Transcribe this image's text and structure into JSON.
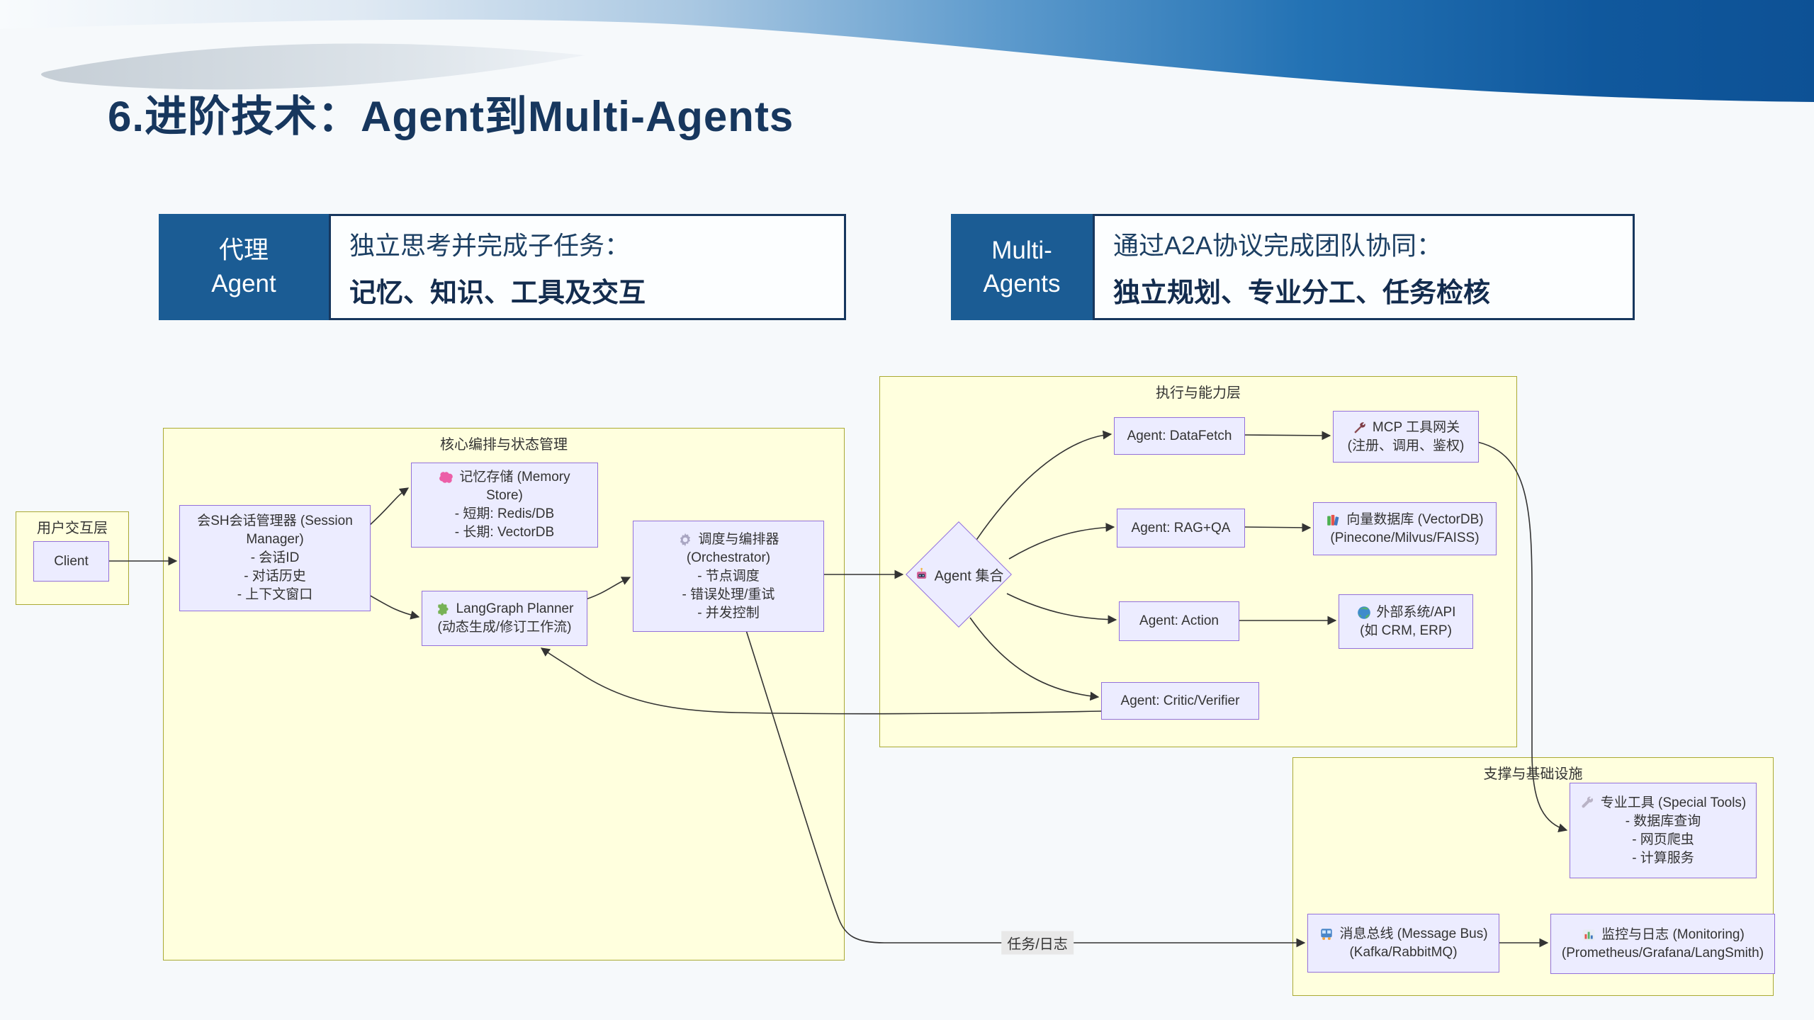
{
  "slide": {
    "title": "6.进阶技术：Agent到Multi-Agents"
  },
  "legend": [
    {
      "tab_line1": "代理",
      "tab_line2": "Agent",
      "desc_line1": "独立思考并完成子任务：",
      "desc_line2": "记忆、知识、工具及交互"
    },
    {
      "tab_line1": "Multi-",
      "tab_line2": "Agents",
      "desc_line1": "通过A2A协议完成团队协同：",
      "desc_line2": "独立规划、专业分工、任务检核"
    }
  ],
  "colors": {
    "title_navy": "#17375e",
    "legend_tab_blue": "#1b5c94",
    "header_deep_blue": "#0d5195",
    "container_fill": "#ffffde",
    "container_border": "#aaaa33",
    "node_fill": "#ececff",
    "node_border": "#9370db",
    "edge_stroke": "#333333",
    "edge_label_bg": "#e8e8e8"
  },
  "diagram": {
    "containers": [
      {
        "id": "user",
        "label": "用户交互层"
      },
      {
        "id": "core",
        "label": "核心编排与状态管理"
      },
      {
        "id": "exec",
        "label": "执行与能力层"
      },
      {
        "id": "infra",
        "label": "支撑与基础设施"
      }
    ],
    "nodes": [
      {
        "id": "client",
        "shape": "rect",
        "icon": null,
        "lines": [
          "Client"
        ]
      },
      {
        "id": "session",
        "shape": "rect",
        "icon": null,
        "lines": [
          "会SH会话管理器 (Session",
          "Manager)",
          "- 会话ID",
          "- 对话历史",
          "- 上下文窗口"
        ]
      },
      {
        "id": "memory",
        "shape": "rect",
        "icon": "brain-icon",
        "lines": [
          "记忆存储 (Memory",
          "Store)",
          "- 短期: Redis/DB",
          "- 长期: VectorDB"
        ]
      },
      {
        "id": "planner",
        "shape": "rect",
        "icon": "puzzle-icon",
        "lines": [
          "LangGraph Planner",
          "(动态生成/修订工作流)"
        ]
      },
      {
        "id": "orchestrator",
        "shape": "rect",
        "icon": "gear-icon",
        "lines": [
          "调度与编排器",
          "(Orchestrator)",
          "- 节点调度",
          "- 错误处理/重试",
          "- 并发控制"
        ]
      },
      {
        "id": "agents",
        "shape": "diamond",
        "icon": "robot-icon",
        "lines": [
          "Agent 集合"
        ]
      },
      {
        "id": "dataFetch",
        "shape": "rect",
        "icon": null,
        "lines": [
          "Agent: DataFetch"
        ]
      },
      {
        "id": "ragqa",
        "shape": "rect",
        "icon": null,
        "lines": [
          "Agent: RAG+QA"
        ]
      },
      {
        "id": "action",
        "shape": "rect",
        "icon": null,
        "lines": [
          "Agent: Action"
        ]
      },
      {
        "id": "critic",
        "shape": "rect",
        "icon": null,
        "lines": [
          "Agent: Critic/Verifier"
        ]
      },
      {
        "id": "mcp",
        "shape": "rect",
        "icon": "tools-icon",
        "lines": [
          "MCP 工具网关",
          "(注册、调用、鉴权)"
        ]
      },
      {
        "id": "vectordb",
        "shape": "rect",
        "icon": "books-icon",
        "lines": [
          "向量数据库 (VectorDB)",
          "(Pinecone/Milvus/FAISS)"
        ]
      },
      {
        "id": "external",
        "shape": "rect",
        "icon": "globe-icon",
        "lines": [
          "外部系统/API",
          "(如 CRM, ERP)"
        ]
      },
      {
        "id": "special",
        "shape": "rect",
        "icon": "wrench-icon",
        "lines": [
          "专业工具 (Special Tools)",
          "- 数据库查询",
          "- 网页爬虫",
          "- 计算服务"
        ]
      },
      {
        "id": "bus",
        "shape": "rect",
        "icon": "bus-icon",
        "lines": [
          "消息总线 (Message Bus)",
          "(Kafka/RabbitMQ)"
        ]
      },
      {
        "id": "monitoring",
        "shape": "rect",
        "icon": "chart-icon",
        "lines": [
          "监控与日志 (Monitoring)",
          "(Prometheus/Grafana/LangSmith)"
        ]
      }
    ],
    "edges": [
      {
        "from": "client",
        "to": "session",
        "label": ""
      },
      {
        "from": "session",
        "to": "memory",
        "label": ""
      },
      {
        "from": "session",
        "to": "planner",
        "label": ""
      },
      {
        "from": "planner",
        "to": "orchestrator",
        "label": ""
      },
      {
        "from": "orchestrator",
        "to": "agents",
        "label": ""
      },
      {
        "from": "agents",
        "to": "dataFetch",
        "label": ""
      },
      {
        "from": "agents",
        "to": "ragqa",
        "label": ""
      },
      {
        "from": "agents",
        "to": "action",
        "label": ""
      },
      {
        "from": "agents",
        "to": "critic",
        "label": ""
      },
      {
        "from": "dataFetch",
        "to": "mcp",
        "label": ""
      },
      {
        "from": "ragqa",
        "to": "vectordb",
        "label": ""
      },
      {
        "from": "action",
        "to": "external",
        "label": ""
      },
      {
        "from": "mcp",
        "to": "special",
        "label": ""
      },
      {
        "from": "critic",
        "to": "planner",
        "label": ""
      },
      {
        "from": "orchestrator",
        "to": "bus",
        "label": "任务/日志"
      },
      {
        "from": "bus",
        "to": "monitoring",
        "label": ""
      }
    ]
  }
}
